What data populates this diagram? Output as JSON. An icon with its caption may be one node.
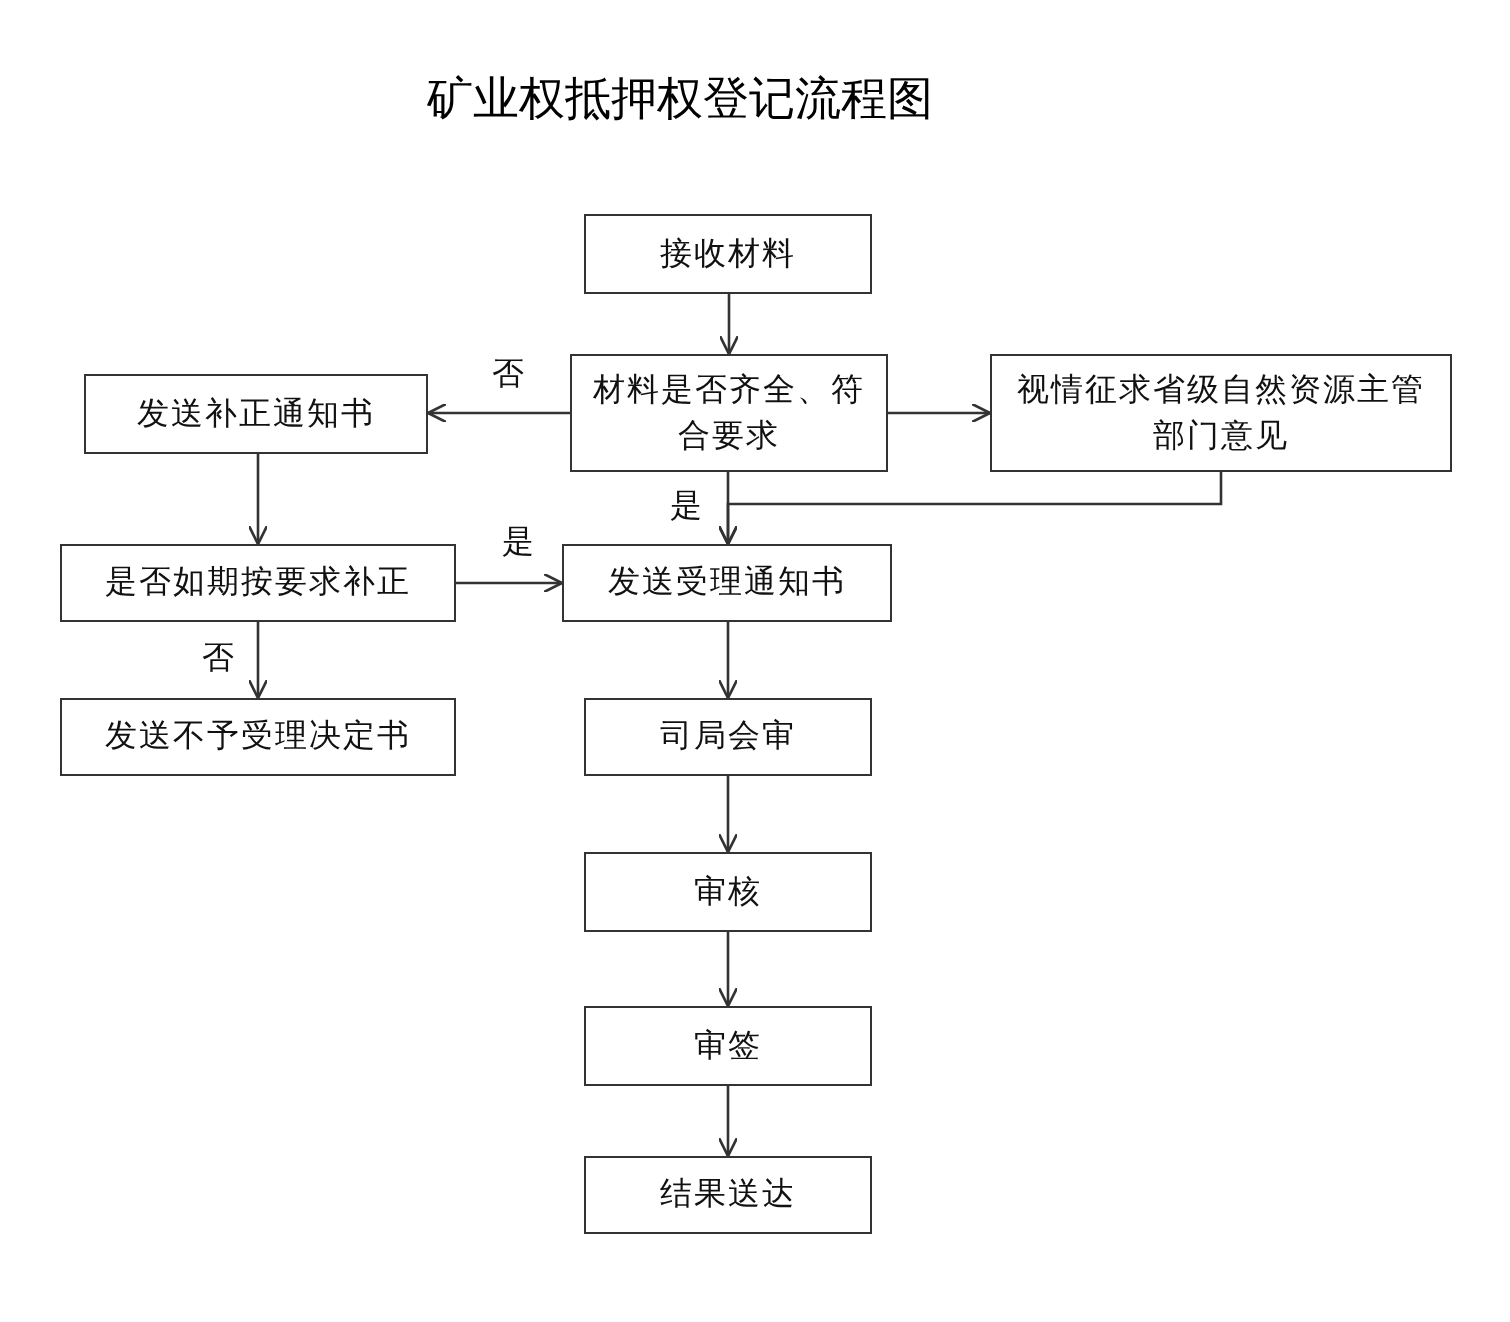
{
  "diagram": {
    "title": "矿业权抵押权登记流程图",
    "nodes": [
      {
        "text": [
          "接收材料"
        ]
      },
      {
        "text": [
          "发送补正通知书"
        ]
      },
      {
        "text": [
          "材料是否齐全、符合要求"
        ]
      },
      {
        "text": [
          "视情征求省级自然资源主管部门意见"
        ]
      },
      {
        "text": [
          "是否如期按要求补正"
        ]
      },
      {
        "text": [
          "发送受理通知书"
        ]
      },
      {
        "text": [
          "发送不予受理决定书"
        ]
      },
      {
        "text": [
          "司局会审"
        ]
      },
      {
        "text": [
          "审核"
        ]
      },
      {
        "text": [
          "审签"
        ]
      },
      {
        "text": [
          "结果送达"
        ]
      }
    ],
    "edges": [
      {
        "from": 0,
        "to": 2,
        "arrow": "to"
      },
      {
        "from": 2,
        "to": 1,
        "arrow": "to",
        "label": "否"
      },
      {
        "from": 2,
        "to": 3,
        "arrow": "to"
      },
      {
        "from": 2,
        "to": 5,
        "arrow": "to",
        "label": "是"
      },
      {
        "from": 3,
        "to": 5,
        "arrow": "to"
      },
      {
        "from": 1,
        "to": 4,
        "arrow": "to"
      },
      {
        "from": 4,
        "to": 5,
        "arrow": "to",
        "label": "是"
      },
      {
        "from": 4,
        "to": 6,
        "arrow": "to",
        "label": "否"
      },
      {
        "from": 5,
        "to": 7,
        "arrow": "to"
      },
      {
        "from": 7,
        "to": 8,
        "arrow": "to"
      },
      {
        "from": 8,
        "to": 9,
        "arrow": "to"
      },
      {
        "from": 9,
        "to": 10,
        "arrow": "to"
      }
    ]
  }
}
